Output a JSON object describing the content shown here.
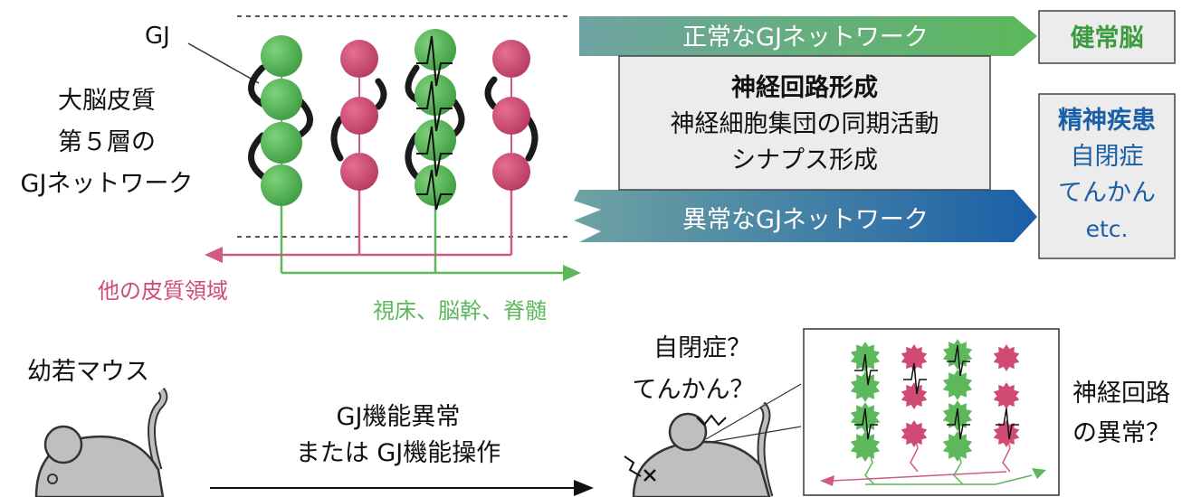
{
  "colors": {
    "green": "#5cb85a",
    "green_dark": "#2e8b3a",
    "pink": "#d04b73",
    "pink_line": "#d05a80",
    "blue": "#1a5fa8",
    "teal": "#6fa3a3",
    "gray_box": "#ececec",
    "mouse_gray": "#bfbfbf"
  },
  "top": {
    "gj_label": "GJ",
    "cortex_label": [
      "大脳皮質",
      "第５層の",
      "GJネットワーク"
    ],
    "left_target": "他の皮質領域",
    "right_target": "視床、脳幹、脊髄",
    "normal_arrow": "正常なGJネットワーク",
    "abnormal_arrow": "異常なGJネットワーク",
    "center_box": [
      "神経回路形成",
      "神経細胞集団の同期活動",
      "シナプス形成"
    ],
    "healthy_box": "健常脳",
    "disease_box": [
      "精神疾患",
      "自閉症",
      "てんかん",
      "etc."
    ]
  },
  "bottom": {
    "young_mouse": "幼若マウス",
    "manipulation": [
      "GJ機能異常",
      "または GJ機能操作"
    ],
    "question": [
      "自閉症？",
      "てんかん？"
    ],
    "circuit_question": [
      "神経回路",
      "の異常？"
    ]
  }
}
